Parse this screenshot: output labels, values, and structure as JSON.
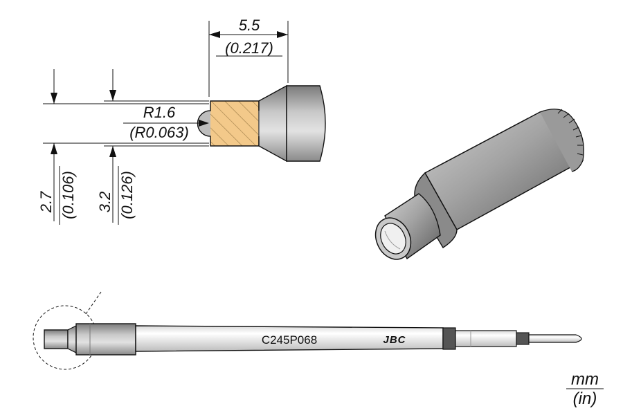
{
  "dimensions": {
    "tip_length": {
      "value": "5.5",
      "inch": "(0.217)"
    },
    "radius": {
      "value": "R1.6",
      "inch": "(R0.063)"
    },
    "inner_diameter": {
      "value": "2.7",
      "inch": "(0.106)"
    },
    "outer_diameter": {
      "value": "3.2",
      "inch": "(0.126)"
    }
  },
  "product": {
    "code": "C245P068",
    "brand": "JBC"
  },
  "units": {
    "primary": "mm",
    "secondary": "(in)"
  },
  "colors": {
    "section_fill": "#f3c98a",
    "metal_light": "#e6e6e6",
    "metal_mid": "#a9a9a9",
    "metal_dark": "#6a6a6a",
    "sleeve_dark": "#555555"
  }
}
